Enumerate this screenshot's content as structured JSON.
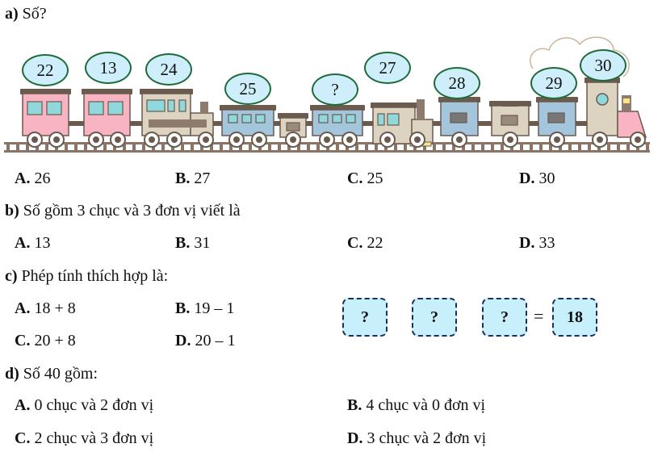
{
  "questions": {
    "a": {
      "label": "a)",
      "prompt": "Số?",
      "train_numbers": [
        "22",
        "13",
        "24",
        "25",
        "?",
        "27",
        "28",
        "29",
        "30"
      ],
      "options": [
        {
          "letter": "A.",
          "text": "26"
        },
        {
          "letter": "B.",
          "text": "27"
        },
        {
          "letter": "C.",
          "text": "25"
        },
        {
          "letter": "D.",
          "text": "30"
        }
      ]
    },
    "b": {
      "label": "b)",
      "prompt": "Số gồm 3 chục và 3 đơn vị viết là",
      "options": [
        {
          "letter": "A.",
          "text": "13"
        },
        {
          "letter": "B.",
          "text": "31"
        },
        {
          "letter": "C.",
          "text": "22"
        },
        {
          "letter": "D.",
          "text": "33"
        }
      ]
    },
    "c": {
      "label": "c)",
      "prompt": "Phép tính thích hợp là:",
      "options": [
        {
          "letter": "A.",
          "text": "18 + 8"
        },
        {
          "letter": "B.",
          "text": "19 – 1"
        },
        {
          "letter": "C.",
          "text": "20 + 8"
        },
        {
          "letter": "D.",
          "text": "20 – 1"
        }
      ],
      "equation": {
        "boxes": [
          "?",
          "?",
          "?"
        ],
        "equals": "=",
        "result": "18"
      }
    },
    "d": {
      "label": "d)",
      "prompt": "Số 40 gồm:",
      "options": [
        {
          "letter": "A.",
          "text": "0 chục và 2 đơn vị"
        },
        {
          "letter": "B.",
          "text": "4 chục và 0 đơn vị"
        },
        {
          "letter": "C.",
          "text": "2 chục và 3 đơn vị"
        },
        {
          "letter": "D.",
          "text": "3 chục và 2 đơn vị"
        }
      ]
    }
  },
  "colors": {
    "bubble_fill": "#cdeefa",
    "bubble_border": "#1e6b3a",
    "box_fill": "#c8effc",
    "box_border": "#1c2e5a",
    "car_pink": "#f9b4c4",
    "car_blue": "#a4c6dc",
    "car_beige": "#ddd3c1",
    "roof_brown": "#6b5a4e"
  }
}
